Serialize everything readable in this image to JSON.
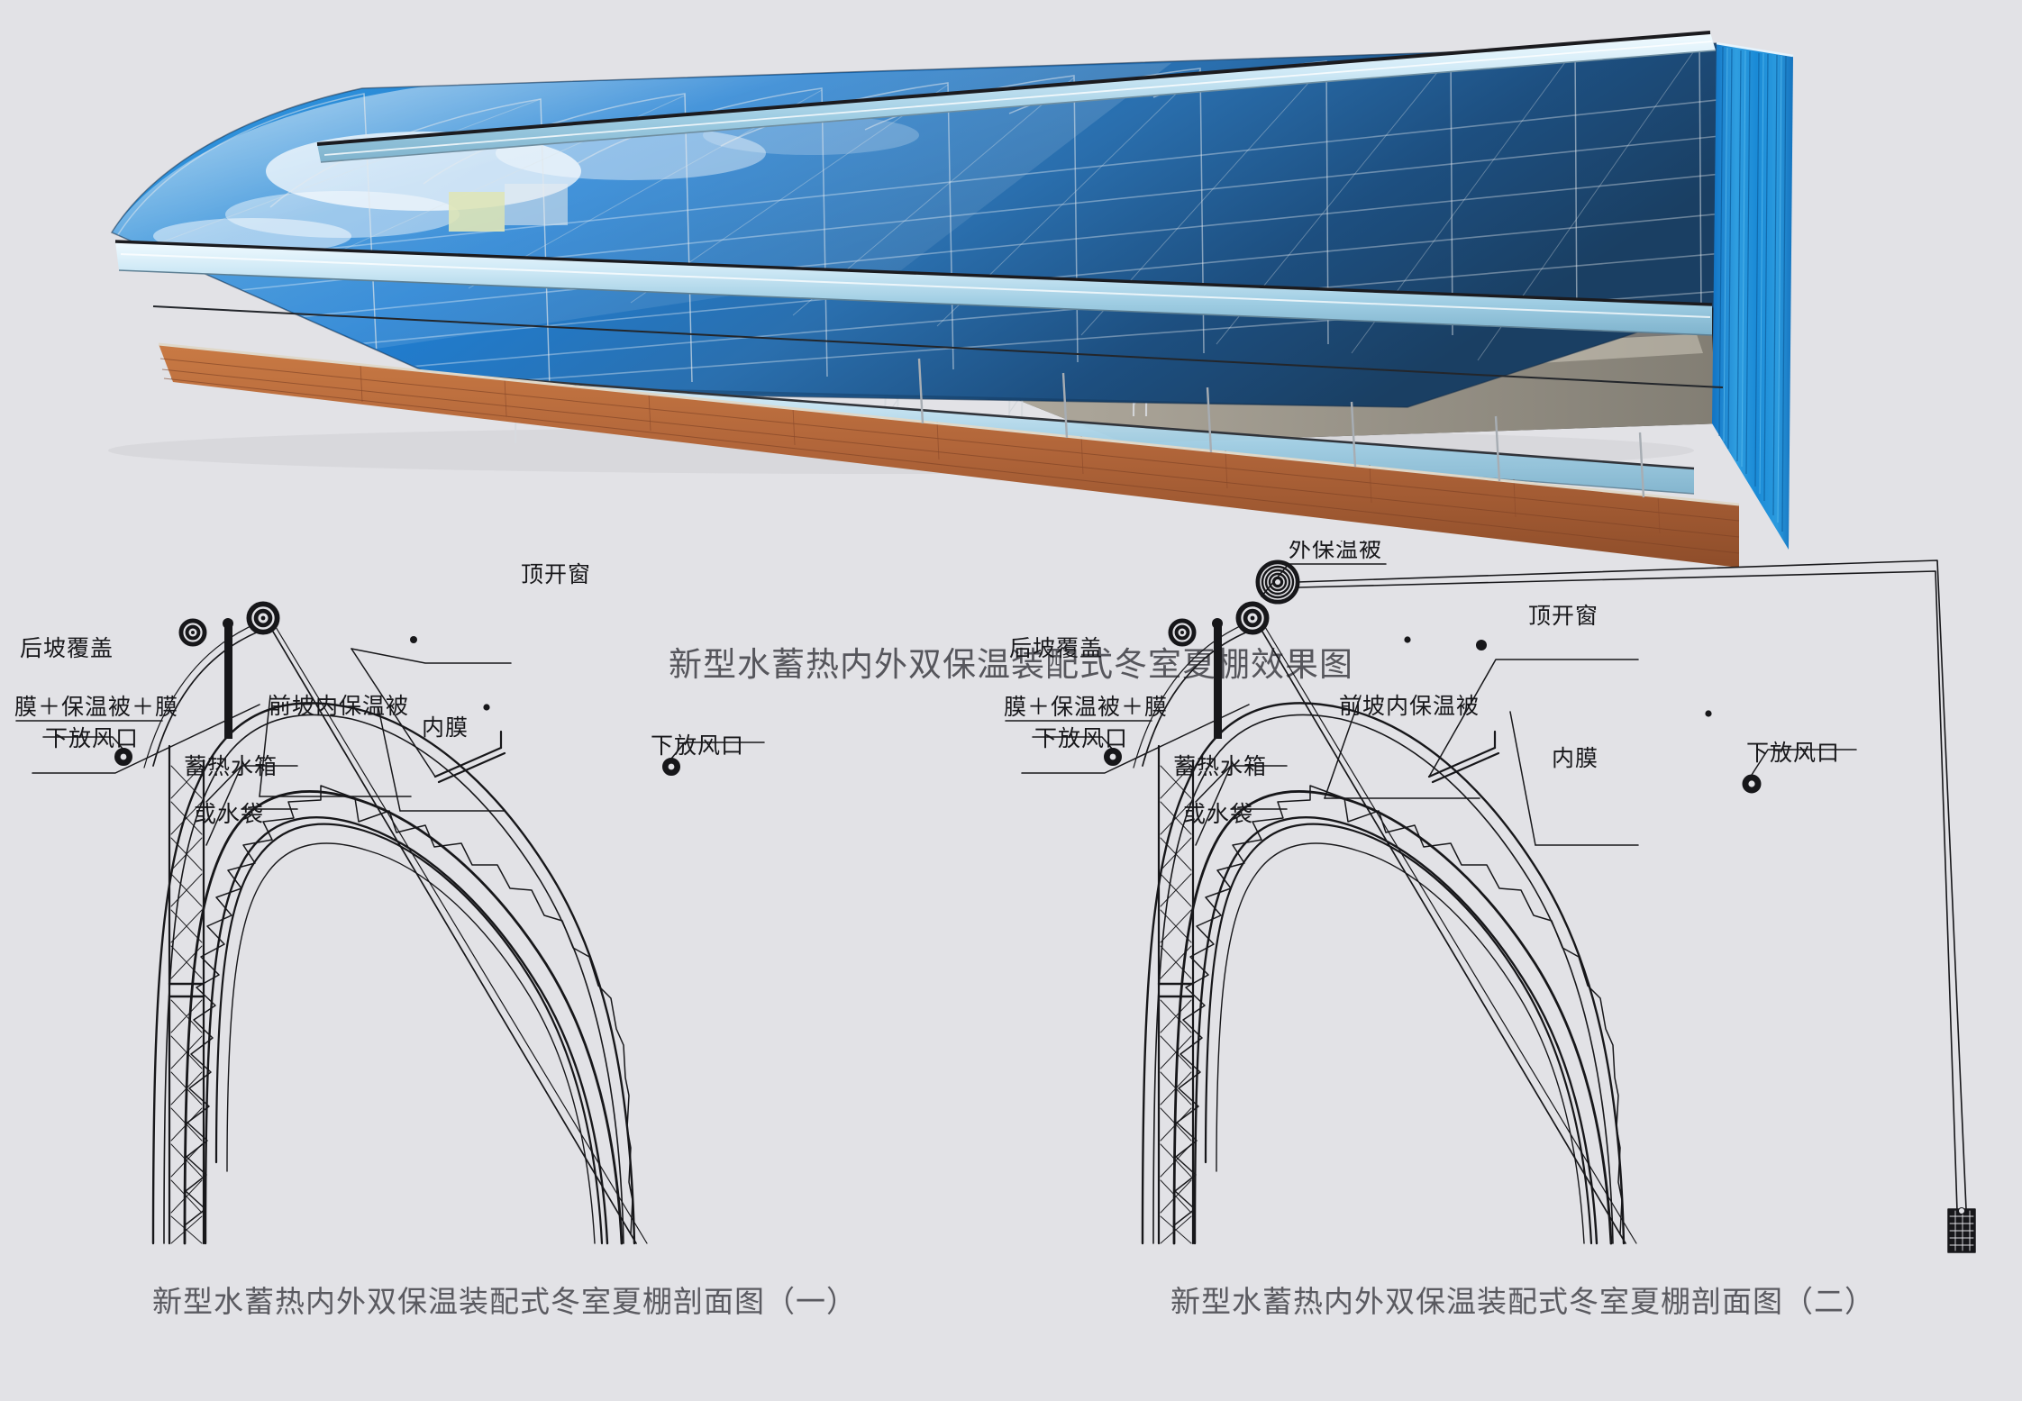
{
  "page": {
    "background_color": "#e2e2e6",
    "ink_color": "#17171a"
  },
  "photo": {
    "name": "greenhouse-3d-rendering",
    "description": "新型水蓄热内外双保温装配式冬室夏棚三维效果图",
    "colors": {
      "sky_blue_membrane": "#1f7fd4",
      "light_blue_roll": "#b9dcef",
      "brick_wall": "#b5693a",
      "steel_frame": "#c9cdd2",
      "interior_dark": "#2a2d36",
      "ground": "#b9b2a5"
    }
  },
  "main_caption": "新型水蓄热内外双保温装配式冬室夏棚效果图",
  "sections": [
    {
      "id": "section-one",
      "caption": "新型水蓄热内外双保温装配式冬室夏棚剖面图（一）",
      "labels": [
        {
          "key": "rear-slope-cover",
          "text": "后坡覆盖"
        },
        {
          "key": "rear-slope-layers",
          "text": "膜＋保温被＋膜"
        },
        {
          "key": "top-vent-window",
          "text": "顶开窗"
        },
        {
          "key": "front-slope-inner-blanket",
          "text": "前坡内保温被"
        },
        {
          "key": "inner-film",
          "text": "内膜"
        },
        {
          "key": "lower-air-vent-left",
          "text": "下放风口"
        },
        {
          "key": "lower-air-vent-right",
          "text": "下放风口"
        },
        {
          "key": "heat-storage-tank",
          "text": "蓄热水箱"
        },
        {
          "key": "or-water-bag",
          "text": "或水袋"
        }
      ]
    },
    {
      "id": "section-two",
      "caption": "新型水蓄热内外双保温装配式冬室夏棚剖面图（二）",
      "labels": [
        {
          "key": "outer-thermal-blanket",
          "text": "外保温被"
        },
        {
          "key": "top-vent-window",
          "text": "顶开窗"
        },
        {
          "key": "rear-slope-cover",
          "text": "后坡覆盖"
        },
        {
          "key": "rear-slope-layers",
          "text": "膜＋保温被＋膜"
        },
        {
          "key": "front-slope-inner-blanket",
          "text": "前坡内保温被"
        },
        {
          "key": "inner-film",
          "text": "内膜"
        },
        {
          "key": "lower-air-vent-left",
          "text": "下放风口"
        },
        {
          "key": "lower-air-vent-right",
          "text": "下放风口"
        },
        {
          "key": "heat-storage-tank",
          "text": "蓄热水箱"
        },
        {
          "key": "or-water-bag",
          "text": "或水袋"
        }
      ]
    }
  ]
}
